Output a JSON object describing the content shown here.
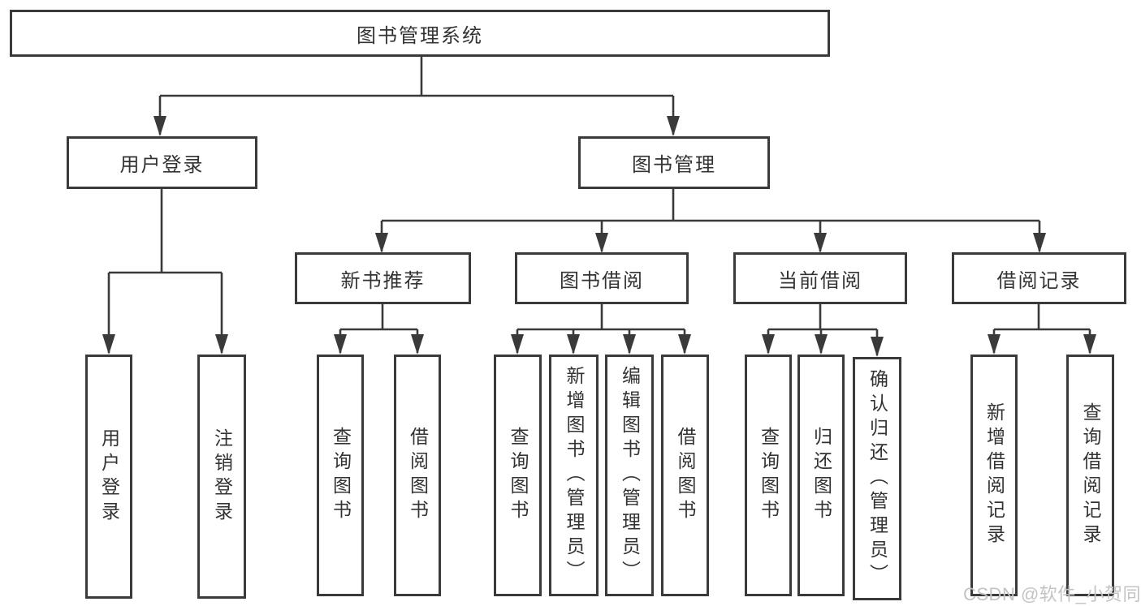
{
  "root": "图书管理系统",
  "branches": [
    {
      "label": "用户登录",
      "children": [
        "用户登录",
        "注销登录"
      ]
    },
    {
      "label": "图书管理",
      "children": [
        {
          "label": "新书推荐",
          "children": [
            "查询图书",
            "借阅图书"
          ]
        },
        {
          "label": "图书借阅",
          "children": [
            "查询图书",
            "新增图书（管理员）",
            "编辑图书（管理员）",
            "借阅图书"
          ]
        },
        {
          "label": "当前借阅",
          "children": [
            "查询图书",
            "归还图书",
            "确认归还（管理员）"
          ]
        },
        {
          "label": "借阅记录",
          "children": [
            "新增借阅记录",
            "查询借阅记录"
          ]
        }
      ]
    }
  ],
  "watermark": "CSDN @软件_小贺同学",
  "colors": {
    "line": "#3a3a3a",
    "text": "#333333",
    "watermark": "#c3c3c3",
    "background": "#ffffff"
  }
}
